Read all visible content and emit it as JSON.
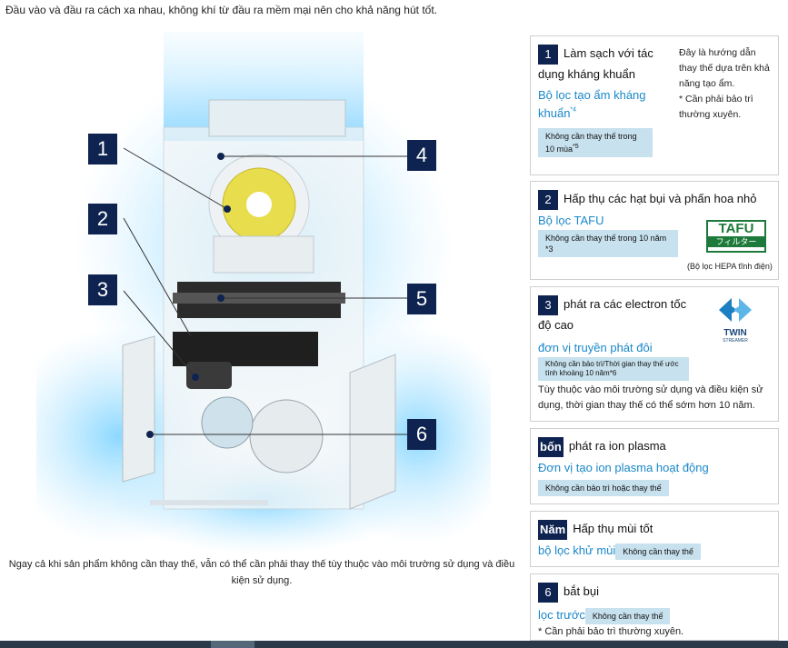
{
  "intro": "Đầu vào và đầu ra cách xa nhau, không khí từ đầu ra mềm mại nên cho khả năng hút tốt.",
  "illustration": {
    "badges": [
      "1",
      "2",
      "3",
      "4",
      "5",
      "6"
    ]
  },
  "caption": "Ngay cả khi sản phẩm không cần thay thế, vẫn có thể cần phải thay thế tùy thuộc vào môi trường sử dụng và điều kiện sử dụng.",
  "panels": [
    {
      "num": "1",
      "title": "Làm sạch với tác dụng kháng khuẩn",
      "link": "Bộ lọc tạo ẩm kháng khuẩn",
      "sup": "*4",
      "tag": "Không cần thay thế trong 10 mùa",
      "tag_sup": "*5",
      "side_note": "Đây là hướng dẫn thay thế dựa trên khả năng tạo ẩm.\n* Cần phải bảo trì thường xuyên."
    },
    {
      "num": "2",
      "title": "Hấp thụ các hạt bụi và phấn hoa nhỏ",
      "link": "Bộ lọc TAFU",
      "tag": "Không cần thay thế trong 10 năm *3",
      "logo_text": "TAFU",
      "logo_sub": "フィルター",
      "logo_caption": "(Bộ lọc HEPA tĩnh điện)"
    },
    {
      "num": "3",
      "title": "phát ra các electron tốc độ cao",
      "link": "đơn vị truyền phát đôi",
      "tag": "Không cần bảo trì/Thời gian thay thế ước tính khoảng 10 năm*6",
      "note": "Tùy thuộc vào môi trường sử dụng và điều kiện sử dụng, thời gian thay thế có thể sớm hơn 10 năm.",
      "logo_text": "TWIN",
      "logo_sub": "STREAMER"
    },
    {
      "num": "bốn",
      "title": "phát ra ion plasma",
      "link": "Đơn vị tạo ion plasma hoạt động",
      "tag": "Không cần bảo trì hoặc thay thế"
    },
    {
      "num": "Năm",
      "title": "Hấp thụ mùi tốt",
      "link": "bộ lọc khử mùi",
      "tag": "Không cần thay thế"
    },
    {
      "num": "6",
      "title": "bắt bụi",
      "link": "lọc trước",
      "tag": "Không cần thay thế",
      "note": "* Cần phải bảo trì thường xuyên."
    }
  ],
  "colors": {
    "navy": "#0f2350",
    "link": "#1a88c9",
    "tag": "#c7e1ee",
    "tafu_green": "#1e7a3a",
    "twin_blue": "#1c7fc2"
  }
}
